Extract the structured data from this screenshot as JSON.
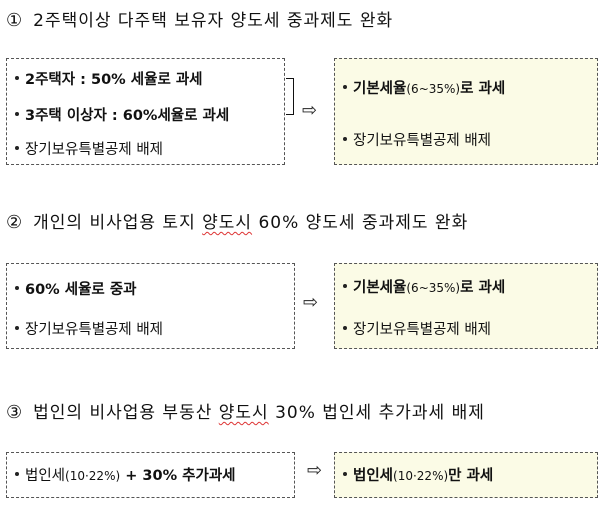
{
  "section1": {
    "number": "①",
    "title": "2주택이상 다주택 보유자 양도세 중과제도 완화",
    "left": {
      "item1": "2주택자 : 50% 세율로 과세",
      "item2": "3주택 이상자 : 60%세율로 과세",
      "item3": "장기보유특별공제 배제"
    },
    "arrow": "⇨",
    "right": {
      "item1_main": "기본세율",
      "item1_paren": "(6~35%)",
      "item1_tail": "로 과세",
      "item2": "장기보유특별공제 배제"
    }
  },
  "section2": {
    "number": "②",
    "title_pre": "개인의 비사업용 토지 ",
    "title_mark": "양도시",
    "title_post": " 60% 양도세 중과제도 완화",
    "left": {
      "item1": "60% 세율로 중과",
      "item2": "장기보유특별공제 배제"
    },
    "arrow": "⇨",
    "right": {
      "item1_main": "기본세율",
      "item1_paren": "(6~35%)",
      "item1_tail": "로 과세",
      "item2": "장기보유특별공제 배제"
    }
  },
  "section3": {
    "number": "③",
    "title_pre": "법인의 비사업용 부동산 ",
    "title_mark": "양도시",
    "title_post": " 30% 법인세 추가과세 배제",
    "left": {
      "item1_main": "법인세",
      "item1_paren": "(10·22%)",
      "item1_tail": " + 30% 추가과세"
    },
    "arrow": "⇨",
    "right": {
      "item1_main": "법인세",
      "item1_paren": "(10·22%)",
      "item1_tail": "만 과세"
    }
  }
}
